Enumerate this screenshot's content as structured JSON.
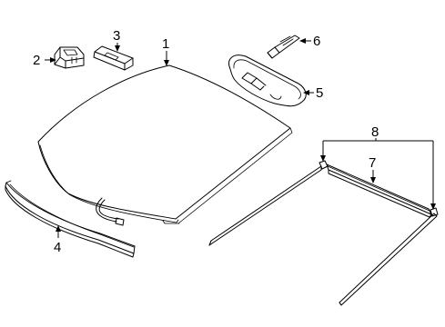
{
  "diagram": {
    "background": "#ffffff",
    "line_color": "#000000",
    "callouts": [
      {
        "id": "windshield-glass",
        "label": "1"
      },
      {
        "id": "clip-left",
        "label": "2"
      },
      {
        "id": "bracket",
        "label": "3"
      },
      {
        "id": "lower-molding",
        "label": "4"
      },
      {
        "id": "rearview-mirror",
        "label": "5"
      },
      {
        "id": "mirror-mount",
        "label": "6"
      },
      {
        "id": "upper-molding",
        "label": "7"
      },
      {
        "id": "side-molding-set",
        "label": "8"
      }
    ]
  }
}
